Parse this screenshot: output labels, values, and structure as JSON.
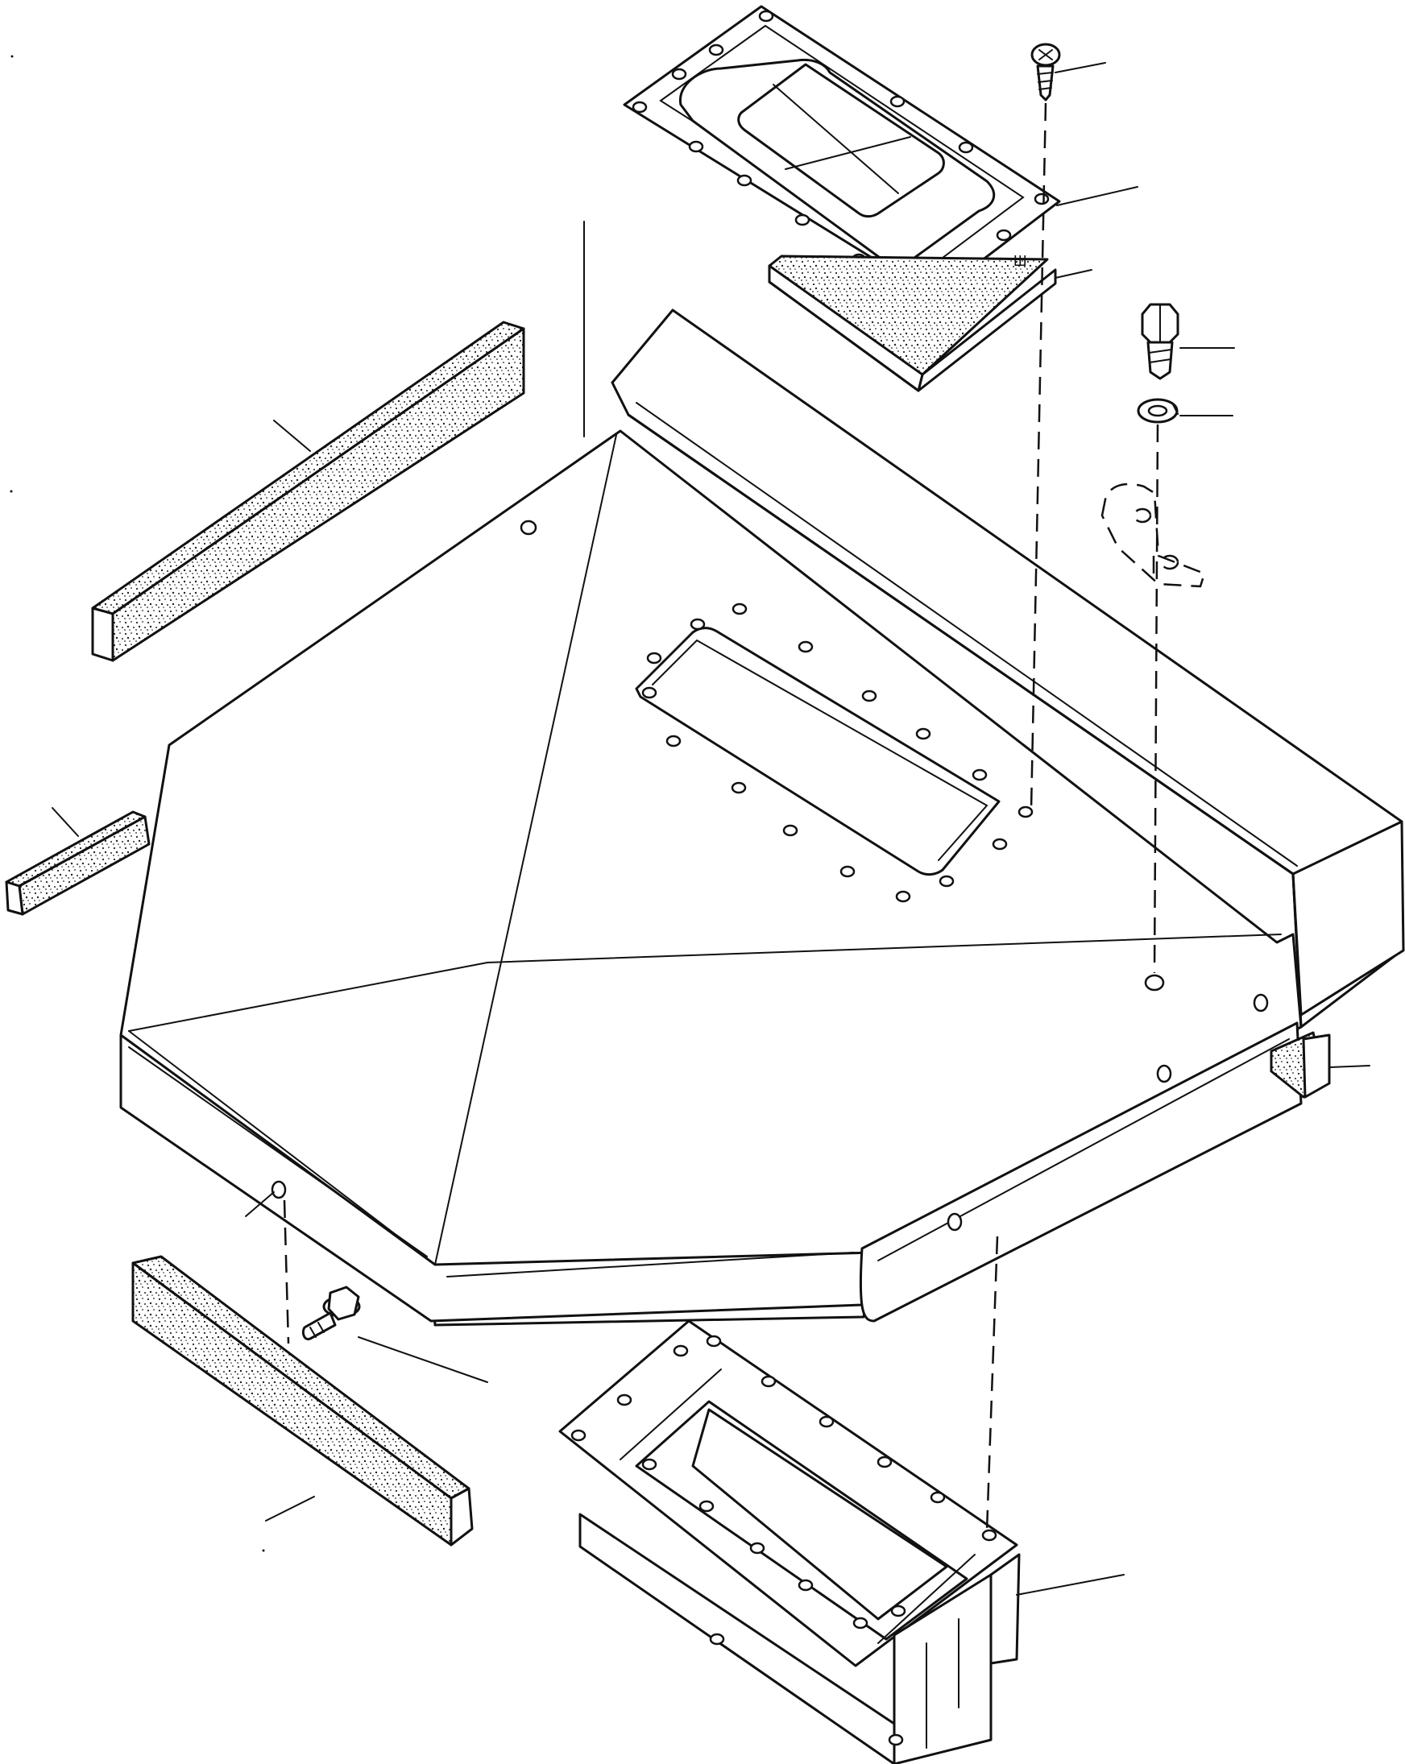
{
  "diagram": {
    "kind": "exploded parts drawing",
    "parts": [
      {
        "id": "floor-cover-plate",
        "icon": "cover-plate-icon"
      },
      {
        "id": "inspection-cover",
        "icon": "cover-icon"
      },
      {
        "id": "cover-gasket",
        "icon": "gasket-icon"
      },
      {
        "id": "cover-screw",
        "icon": "screw-icon"
      },
      {
        "id": "hex-bolt",
        "icon": "bolt-icon"
      },
      {
        "id": "lock-washer",
        "icon": "washer-icon"
      },
      {
        "id": "angle-bracket",
        "icon": "bracket-icon"
      },
      {
        "id": "foam-seal-long",
        "icon": "foam-strip-icon"
      },
      {
        "id": "foam-seal-short",
        "icon": "foam-strip-icon"
      },
      {
        "id": "foam-seal-lower",
        "icon": "foam-strip-icon"
      },
      {
        "id": "foam-seal-side",
        "icon": "foam-strip-icon"
      },
      {
        "id": "flange-bolt",
        "icon": "bolt-icon"
      },
      {
        "id": "duct-adapter",
        "icon": "duct-icon"
      }
    ],
    "colors": {
      "line": "#111111",
      "background": "#ffffff"
    }
  }
}
